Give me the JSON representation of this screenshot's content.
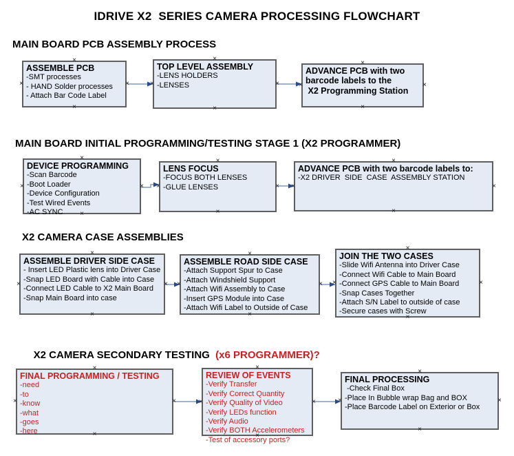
{
  "title": "IDRIVE X2  SERIES CAMERA PROCESSING FLOWCHART",
  "colors": {
    "box_fill": "#e4ebf5",
    "box_border": "#5f5f5f",
    "red_text": "#cc1f1f",
    "connector_line": "#7e99c4",
    "connector_arrowhead": "#2b4a8b",
    "anchor_mark": "#1a1a1a"
  },
  "sections": [
    {
      "heading": "MAIN BOARD PCB ASSEMBLY PROCESS",
      "boxes": [
        {
          "title": "ASSEMBLE PCB",
          "items": [
            "-SMT processes",
            "- HAND Solder processes",
            "- Attach Bar Code Label"
          ]
        },
        {
          "title": "TOP LEVEL ASSEMBLY",
          "items": [
            "-LENS HOLDERS",
            "-LENSES"
          ]
        },
        {
          "title": "ADVANCE PCB with two barcode labels to the\n X2 Programming Station",
          "items": []
        }
      ]
    },
    {
      "heading": "MAIN BOARD INITIAL PROGRAMMING/TESTING STAGE 1 (X2 PROGRAMMER)",
      "boxes": [
        {
          "title": "DEVICE PROGRAMMING",
          "items": [
            "-Scan Barcode",
            "-Boot Loader",
            "-Device Configuration",
            "-Test Wired Events",
            "-AC SYNC"
          ]
        },
        {
          "title": "LENS FOCUS",
          "items": [
            "-FOCUS BOTH LENSES",
            "-GLUE LENSES"
          ]
        },
        {
          "title": "ADVANCE PCB with two barcode labels to:",
          "items": [
            "-X2 DRIVER  SIDE  CASE  ASSEMBLY STATION"
          ]
        }
      ]
    },
    {
      "heading": "X2 CAMERA CASE ASSEMBLIES",
      "boxes": [
        {
          "title": "ASSEMBLE DRIVER SIDE CASE",
          "items": [
            "- Insert LED Plastic lens into Driver Case",
            "-Snap LED Board with Cable into Case",
            "-Connect LED Cable to X2 Main Board",
            "-Snap Main Board into case"
          ]
        },
        {
          "title": "ASSEMBLE ROAD SIDE CASE",
          "items": [
            "-Attach Support Spur to Case",
            "-Attach Windshield Support",
            "-Attach Wifi Assembly to Case",
            "-Insert GPS Module into Case",
            "-Attach Wifi Label to Outside of Case"
          ]
        },
        {
          "title": "JOIN THE TWO CASES",
          "items": [
            "-Slide Wifi Antenna into Driver Case",
            "-Connect Wifi Cable to Main Board",
            "-Connect GPS Cable to Main Board",
            "-Snap Cases Together",
            "-Attach S/N Label to outside of case",
            "-Secure cases with Screw"
          ]
        }
      ]
    },
    {
      "heading": "X2 CAMERA SECONDARY TESTING ",
      "heading_red": " (x6 PROGRAMMER)?",
      "boxes": [
        {
          "title": "FINAL PROGRAMMING / TESTING",
          "items": [
            "-need",
            "-to",
            "-know",
            "-what",
            "-goes",
            "-here"
          ]
        },
        {
          "title": "REVIEW OF EVENTS",
          "items": [
            "-Verify Transfer",
            "-Verify Correct Quantity",
            "-Verify Quality of Video",
            "-Verify LEDs function",
            "-Verify Audio",
            "-Verify BOTH Accelerometers",
            "-Test of accessory ports?"
          ]
        },
        {
          "title": "FINAL PROCESSING",
          "items": [
            " -Check Final Box",
            "-Place In Bubble wrap Bag and BOX",
            "-Place Barcode Label on Exterior or Box"
          ]
        }
      ]
    }
  ]
}
